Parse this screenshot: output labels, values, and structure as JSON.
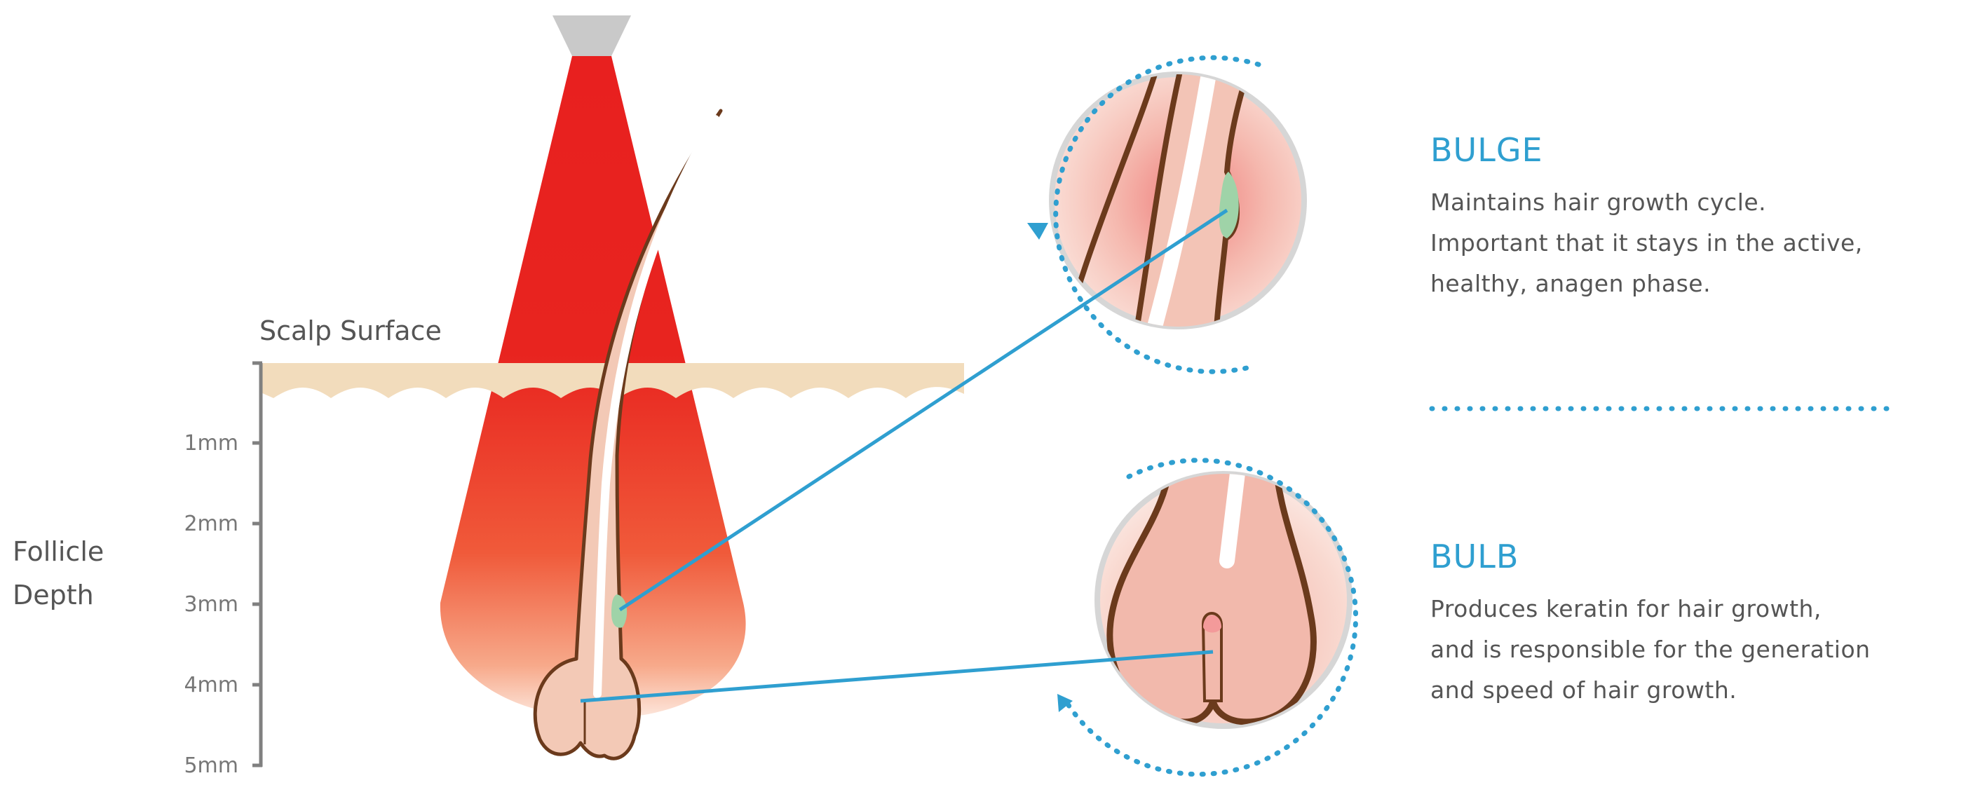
{
  "labels": {
    "scalp_surface": "Scalp Surface",
    "axis_title_line1": "Follicle",
    "axis_title_line2": "Depth"
  },
  "depth_ticks": [
    "1mm",
    "2mm",
    "3mm",
    "4mm",
    "5mm"
  ],
  "bulge": {
    "heading": "BULGE",
    "description_lines": [
      "Maintains hair growth cycle.",
      "Important that it stays in the active,",
      "healthy, anagen phase."
    ]
  },
  "bulb": {
    "heading": "BULB",
    "description_lines": [
      "Produces keratin for hair growth,",
      "and is responsible for the generation",
      "and speed of hair growth."
    ]
  },
  "colors": {
    "accent": "#2f9fd0",
    "light_red": "#e8201f",
    "skin": "#f2dcbc",
    "follicle_outline": "#6b3a1c",
    "bulge_green": "#9fd3a8"
  }
}
